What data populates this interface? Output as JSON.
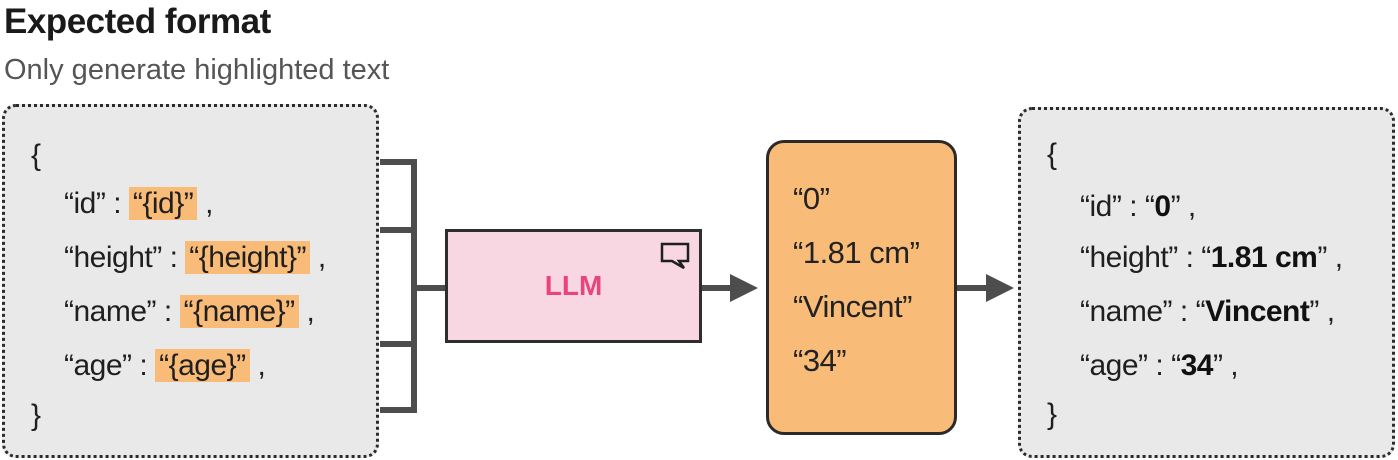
{
  "title": "Expected format",
  "subtitle": "Only generate highlighted text",
  "template": {
    "open_brace": "{",
    "close_brace": "}",
    "fields": [
      {
        "key": "“id”",
        "placeholder": "“{id}”"
      },
      {
        "key": "“height”",
        "placeholder": "“{height}”"
      },
      {
        "key": "“name”",
        "placeholder": "“{name}”"
      },
      {
        "key": "“age”",
        "placeholder": "“{age}”"
      }
    ],
    "separator": ":",
    "trailing": ","
  },
  "model": {
    "label": "LLM",
    "icon": "chat-bubble-icon"
  },
  "generated": [
    "“0”",
    "“1.81 cm”",
    "“Vincent”",
    "“34”"
  ],
  "result": {
    "open_brace": "{",
    "close_brace": "}",
    "fields": [
      {
        "key": "“id”",
        "value": "0"
      },
      {
        "key": "“height”",
        "value": "1.81 cm"
      },
      {
        "key": "“name”",
        "value": "Vincent"
      },
      {
        "key": "“age”",
        "value": "34"
      }
    ],
    "separator": ":",
    "open_quote": "“",
    "close_quote": "”",
    "trailing": ","
  },
  "colors": {
    "highlight": "#f8bb78",
    "llm_fill": "#f8d7e3",
    "llm_text": "#e8457e",
    "panel_fill": "#e9e9e9",
    "connector": "#4d4d4d"
  }
}
